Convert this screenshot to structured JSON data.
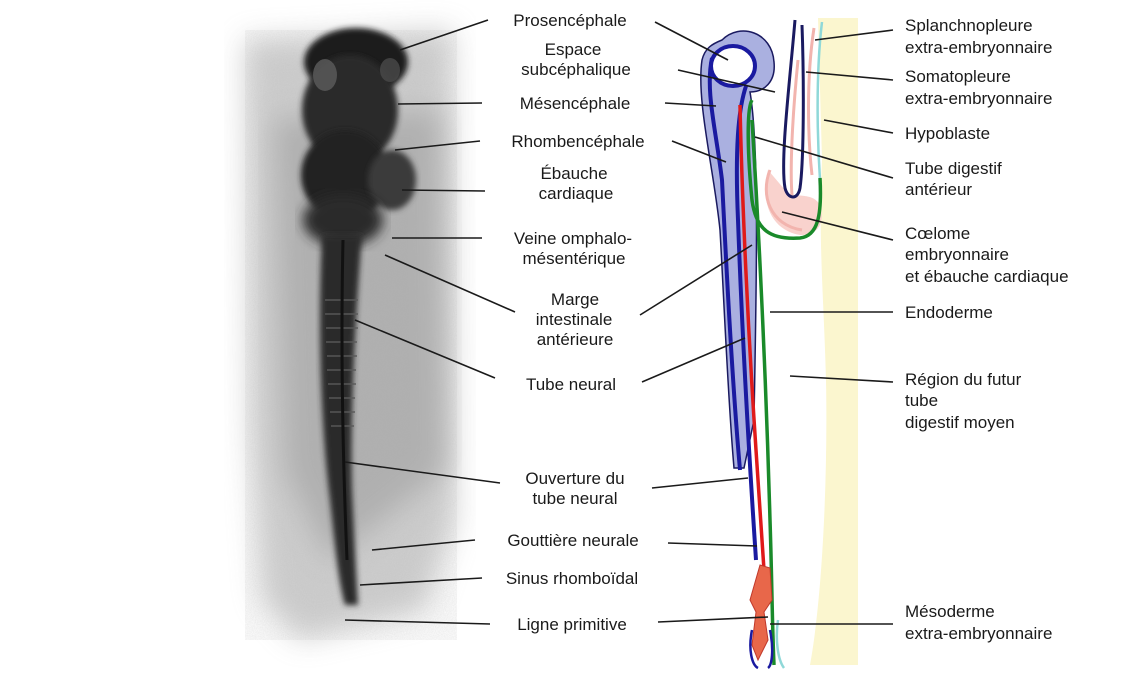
{
  "labels": {
    "prosencephale": "Prosencéphale",
    "espace_l1": "Espace",
    "espace_l2": "subcéphalique",
    "mesencephale": "Mésencéphale",
    "rhombencephale": "Rhombencéphale",
    "ebauche_l1": "Ébauche",
    "ebauche_l2": "cardiaque",
    "veine_l1": "Veine omphalo-",
    "veine_l2": "mésentérique",
    "marge_l1": "Marge",
    "marge_l2": "intestinale",
    "marge_l3": "antérieure",
    "tube_neural": "Tube neural",
    "ouverture_l1": "Ouverture du",
    "ouverture_l2": "tube neural",
    "gouttiere": "Gouttière neurale",
    "sinus": "Sinus rhomboïdal",
    "ligne": "Ligne primitive",
    "splanch_l1": "Splanchnopleure",
    "splanch_l2": "extra-embryonnaire",
    "somato_l1": "Somatopleure",
    "somato_l2": "extra-embryonnaire",
    "hypoblaste": "Hypoblaste",
    "tubedig_l1": "Tube digestif",
    "tubedig_l2": "antérieur",
    "coelome_l1": "Cœlome",
    "coelome_l2": "embryonnaire",
    "coelome_l3": "et ébauche cardiaque",
    "endoderme": "Endoderme",
    "region_l1": "Région du futur",
    "region_l2": "tube",
    "region_l3": "digestif moyen",
    "mesoderme_l1": "Mésoderme",
    "mesoderme_l2": "extra-embryonnaire"
  },
  "colors": {
    "ectoderm_fill": "#aab0e0",
    "neural_tube": "#1a1aa0",
    "notochord_red": "#e01a1a",
    "endoderm_green": "#1a8a2a",
    "coelom_pink": "#f2b4ae",
    "hypoblast_cyan": "#8fd8d8",
    "yolk_cream": "#fbf6cf",
    "leader_line": "#1a1a1a"
  }
}
